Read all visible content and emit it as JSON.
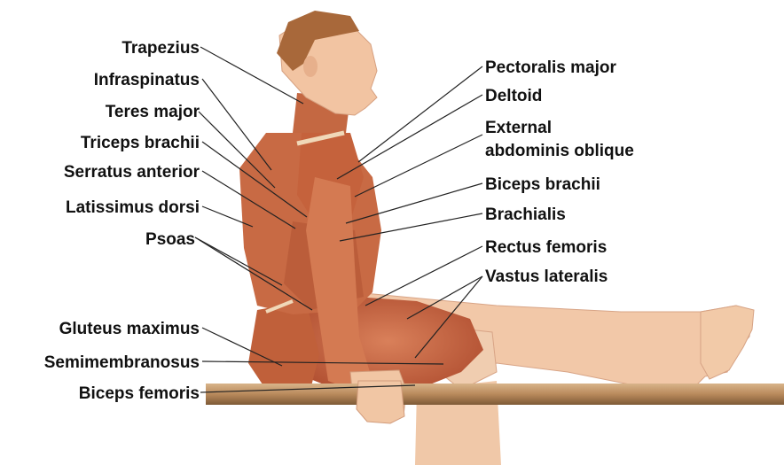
{
  "diagram": {
    "left_labels": [
      "Trapezius",
      "Infraspinatus",
      "Teres major",
      "Triceps brachii",
      "Serratus anterior",
      "Latissimus dorsi",
      "Psoas",
      "Gluteus maximus",
      "Semimembranosus",
      "Biceps femoris"
    ],
    "right_labels": [
      "Pectoralis major",
      "Deltoid",
      "External",
      "abdominis oblique",
      "Biceps brachii",
      "Brachialis",
      "Rectus femoris",
      "Vastus lateralis"
    ],
    "colors": {
      "skin": "#f2c8a8",
      "skin_shadow": "#dca486",
      "muscle": "#c8643f",
      "muscle_dark": "#a9452b",
      "hair": "#a8683a",
      "bar": "#b98a5c",
      "bar_dark": "#7e5a36",
      "tendon": "#f0d8b8"
    }
  }
}
